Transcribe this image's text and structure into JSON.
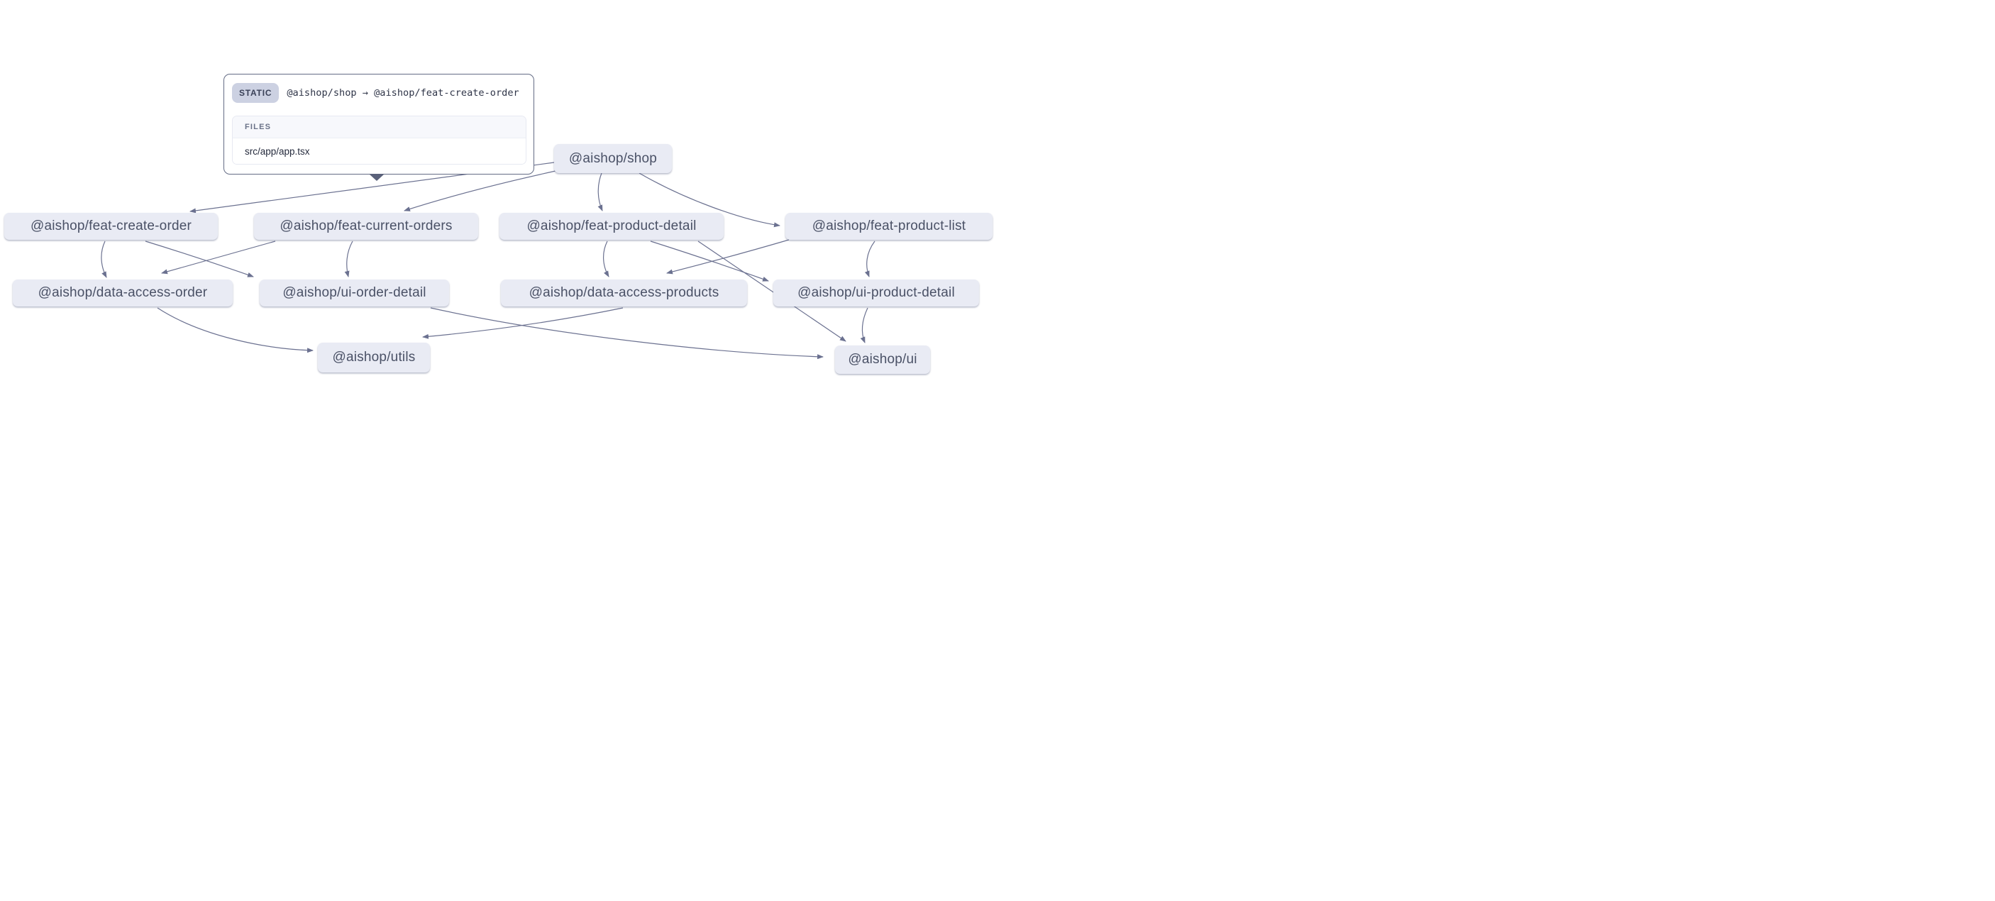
{
  "graph": {
    "nodes": [
      {
        "id": "shop",
        "label": "@aishop/shop"
      },
      {
        "id": "feat-create-order",
        "label": "@aishop/feat-create-order"
      },
      {
        "id": "feat-current-orders",
        "label": "@aishop/feat-current-orders"
      },
      {
        "id": "feat-product-detail",
        "label": "@aishop/feat-product-detail"
      },
      {
        "id": "feat-product-list",
        "label": "@aishop/feat-product-list"
      },
      {
        "id": "data-access-order",
        "label": "@aishop/data-access-order"
      },
      {
        "id": "ui-order-detail",
        "label": "@aishop/ui-order-detail"
      },
      {
        "id": "data-access-products",
        "label": "@aishop/data-access-products"
      },
      {
        "id": "ui-product-detail",
        "label": "@aishop/ui-product-detail"
      },
      {
        "id": "utils",
        "label": "@aishop/utils"
      },
      {
        "id": "ui",
        "label": "@aishop/ui"
      }
    ],
    "edges": [
      {
        "from": "shop",
        "to": "feat-create-order",
        "type": "static",
        "hovered": true
      },
      {
        "from": "shop",
        "to": "feat-current-orders",
        "type": "static"
      },
      {
        "from": "shop",
        "to": "feat-product-detail",
        "type": "static"
      },
      {
        "from": "shop",
        "to": "feat-product-list",
        "type": "static"
      },
      {
        "from": "feat-create-order",
        "to": "data-access-order",
        "type": "static"
      },
      {
        "from": "feat-create-order",
        "to": "ui-order-detail",
        "type": "static"
      },
      {
        "from": "feat-current-orders",
        "to": "data-access-order",
        "type": "static"
      },
      {
        "from": "feat-current-orders",
        "to": "ui-order-detail",
        "type": "static"
      },
      {
        "from": "feat-product-detail",
        "to": "data-access-products",
        "type": "static"
      },
      {
        "from": "feat-product-detail",
        "to": "ui-product-detail",
        "type": "static"
      },
      {
        "from": "feat-product-detail",
        "to": "ui",
        "type": "static"
      },
      {
        "from": "feat-product-list",
        "to": "data-access-products",
        "type": "static"
      },
      {
        "from": "feat-product-list",
        "to": "ui-product-detail",
        "type": "static"
      },
      {
        "from": "data-access-order",
        "to": "utils",
        "type": "static"
      },
      {
        "from": "data-access-products",
        "to": "utils",
        "type": "static"
      },
      {
        "from": "ui-order-detail",
        "to": "ui",
        "type": "static"
      },
      {
        "from": "ui-product-detail",
        "to": "ui",
        "type": "static"
      }
    ]
  },
  "tooltip": {
    "badge": "STATIC",
    "edge_label": "@aishop/shop → @aishop/feat-create-order",
    "files_header": "FILES",
    "files": [
      "src/app/app.tsx"
    ]
  },
  "colors": {
    "background": "#ffffff",
    "node_bg": "#e9ebf4",
    "node_text": "#4a5166",
    "edge": "#6b7190",
    "tooltip_border": "#646c85",
    "caret": "#5a617a",
    "badge_bg": "#ccd1e2",
    "badge_text": "#3a4158",
    "files_header_bg": "#f7f8fc",
    "file_text": "#252b3d"
  }
}
